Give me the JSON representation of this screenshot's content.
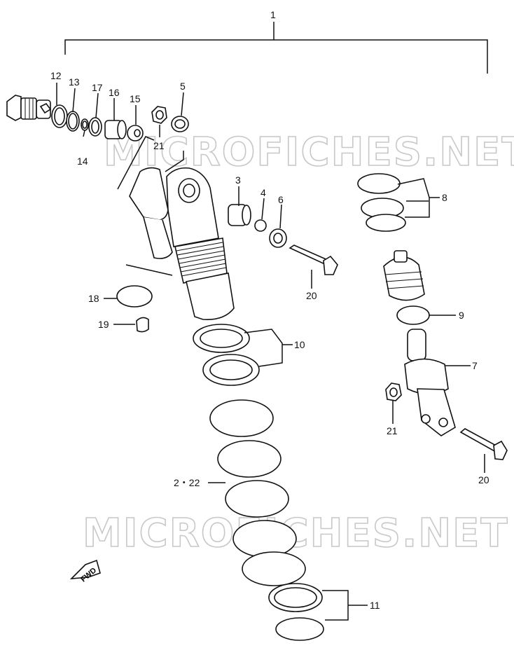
{
  "watermarks": [
    "MICROFICHES.NET",
    "MICROFICHES.NET"
  ],
  "fwd_label": "FWD",
  "callouts": {
    "c1": "1",
    "c2": "2・22",
    "c3": "3",
    "c4": "4",
    "c5": "5",
    "c6": "6",
    "c7": "7",
    "c8": "8",
    "c9": "9",
    "c10": "10",
    "c11": "11",
    "c12": "12",
    "c13": "13",
    "c14": "14",
    "c15": "15",
    "c16": "16",
    "c17": "17",
    "c18": "18",
    "c19": "19",
    "c20a": "20",
    "c20b": "20",
    "c21a": "21",
    "c21b": "21"
  }
}
